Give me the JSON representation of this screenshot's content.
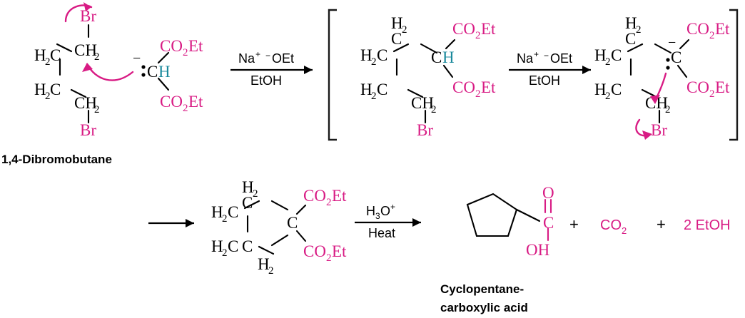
{
  "scheme": {
    "title_visible": false,
    "colors": {
      "pink": "#d81b84",
      "teal": "#1b8a9c",
      "black": "#000000",
      "background": "#ffffff"
    },
    "row1": {
      "reactant": {
        "name_label": "1,4-Dibromobutane",
        "atoms": {
          "br_top": "Br",
          "ch2_top": "CH",
          "ch2_top_sub": "2",
          "h2c_upper": "H",
          "h2c_upper_sub": "2",
          "h2c_upper_c": "C",
          "h2c_lower": "H",
          "h2c_lower_sub": "2",
          "h2c_lower_c": "C",
          "ch2_bottom": "CH",
          "ch2_bottom_sub": "2",
          "br_bottom": "Br"
        }
      },
      "malonate_anion": {
        "charge": "−",
        "lone_pair": ":",
        "carbon": "C",
        "hydrogen": "H",
        "ester_top": "CO",
        "ester_top_sub": "2",
        "ester_top_et": "Et",
        "ester_bottom": "CO",
        "ester_bottom_sub": "2",
        "ester_bottom_et": "Et"
      },
      "arrow1": {
        "above_na": "Na",
        "above_na_sup": "+",
        "above_charge": "−",
        "above_oet": "OEt",
        "below": "EtOH"
      },
      "intermediate1": {
        "atoms": {
          "h2_top": "H",
          "h2_top_sub": "2",
          "c_top": "C",
          "h2c_upper": "H",
          "h2c_upper_sub": "2",
          "h2c_upper_c": "C",
          "h2c_lower": "H",
          "h2c_lower_sub": "2",
          "h2c_lower_c": "C",
          "ch2_bottom": "CH",
          "ch2_bottom_sub": "2",
          "br_bottom": "Br",
          "ch_c": "C",
          "ch_h": "H",
          "ester_top": "CO",
          "ester_top_sub": "2",
          "ester_top_et": "Et",
          "ester_bottom": "CO",
          "ester_bottom_sub": "2",
          "ester_bottom_et": "Et"
        }
      },
      "arrow2": {
        "above_na": "Na",
        "above_na_sup": "+",
        "above_charge": "−",
        "above_oet": "OEt",
        "below": "EtOH"
      },
      "intermediate2": {
        "atoms": {
          "h2_top": "H",
          "h2_top_sub": "2",
          "c_top": "C",
          "h2c_upper": "H",
          "h2c_upper_sub": "2",
          "h2c_upper_c": "C",
          "h2c_lower": "H",
          "h2c_lower_sub": "2",
          "h2c_lower_c": "C",
          "ch2_bottom": "CH",
          "ch2_bottom_sub": "2",
          "br_bottom": "Br",
          "carbanion_c": "C",
          "carbanion_charge": "−",
          "carbanion_lp": ":",
          "ester_top": "CO",
          "ester_top_sub": "2",
          "ester_top_et": "Et",
          "ester_bottom": "CO",
          "ester_bottom_sub": "2",
          "ester_bottom_et": "Et"
        }
      }
    },
    "row2": {
      "arrow3": {
        "above": "",
        "below": ""
      },
      "diester": {
        "atoms": {
          "h2_top": "H",
          "h2_top_sub": "2",
          "c_top": "C",
          "h2c_upper": "H",
          "h2c_upper_sub": "2",
          "h2c_upper_c": "C",
          "h2c_lower": "H",
          "h2c_lower_sub": "2",
          "h2c_lower_c": "C",
          "c_bottom": "C",
          "h2_bottom": "H",
          "h2_bottom_sub": "2",
          "quaternary_c": "C",
          "ester_top": "CO",
          "ester_top_sub": "2",
          "ester_top_et": "Et",
          "ester_bottom": "CO",
          "ester_bottom_sub": "2",
          "ester_bottom_et": "Et"
        }
      },
      "arrow4": {
        "above_h": "H",
        "above_h_sub": "3",
        "above_o": "O",
        "above_sup": "+",
        "below": "Heat"
      },
      "product": {
        "name_line1": "Cyclopentane-",
        "name_line2": "carboxylic acid",
        "atoms": {
          "carbonyl_c": "C",
          "carbonyl_o": "O",
          "hydroxyl": "OH"
        }
      },
      "byproducts": {
        "plus1": "+",
        "co2": "CO",
        "co2_sub": "2",
        "plus2": "+",
        "etoh": "2 EtOH"
      }
    }
  }
}
